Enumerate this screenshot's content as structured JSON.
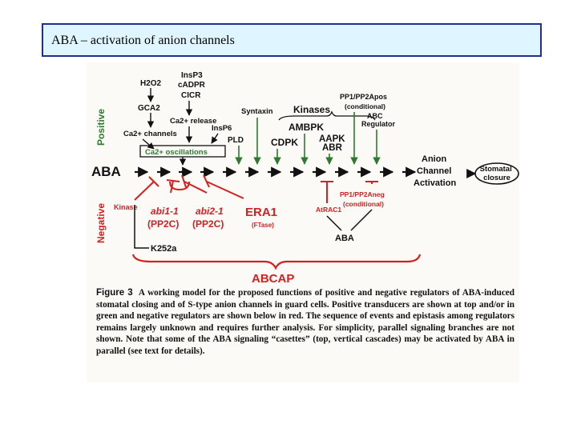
{
  "slide": {
    "title": "ABA – activation of anion channels"
  },
  "colors": {
    "positive": "#2e7a2e",
    "negative": "#d42020",
    "main": "#111111",
    "title_border": "#1f2f8f",
    "title_fill": "#dff5ff"
  },
  "diagram": {
    "side_labels": {
      "positive": "Positive",
      "negative": "Negative"
    },
    "main_pathway": {
      "start": "ABA",
      "end": "Anion Channel Activation",
      "end_lines": [
        "Anion",
        "Channel",
        "Activation"
      ],
      "outcome": "Stomatal closure",
      "outcome_lines": [
        "Stomatal",
        "closure"
      ]
    },
    "positive_regulators": {
      "h2o2": "H2O2",
      "gca2": "GCA2",
      "ca_channels": "Ca2+ channels",
      "insp3": "InsP3",
      "cadpr": "cADPR",
      "cicr": "CICR",
      "ca_release": "Ca2+ release",
      "insp6": "InsP6",
      "ca_oscillations": "Ca2+ oscillations",
      "pld": "PLD",
      "syntaxin": "Syntaxin",
      "kinases": "Kinases",
      "ambpk": "AMBPK",
      "cdpk": "CDPK",
      "aapk": "AAPK",
      "abr": "ABR",
      "pp1_pp2a_pos": "PP1/PP2Apos",
      "pp1_pp2a_pos_note": "(conditional)",
      "abc_regulator": "ABC",
      "abc_regulator_sub": "Regulator"
    },
    "negative_regulators": {
      "kinase": "Kinase",
      "abi1": "abi1-1",
      "abi2": "abi2-1",
      "pp2c_1": "(PP2C)",
      "pp2c_2": "(PP2C)",
      "era1": "ERA1",
      "ftase": "(FTase)",
      "atrac1": "AtRAC1",
      "pp1_pp2a_neg": "PP1/PP2Aneg",
      "pp1_pp2a_neg_note": "(conditional)",
      "aba_feedback": "ABA",
      "k252a": "K252a"
    },
    "bottom_label": "ABCAP"
  },
  "caption": {
    "label": "Figure 3",
    "text": "A working model for the proposed functions of positive and negative regulators of ABA-induced stomatal closing and of S-type anion channels in guard cells. Positive transducers are shown at top and/or in green and negative regulators are shown below in red. The sequence of events and epistasis among regulators remains largely unknown and requires further analysis. For simplicity, parallel signaling branches are not shown. Note that some of the ABA signaling “casettes” (top, vertical cascades) may be activated by ABA in parallel (see text for details)."
  }
}
